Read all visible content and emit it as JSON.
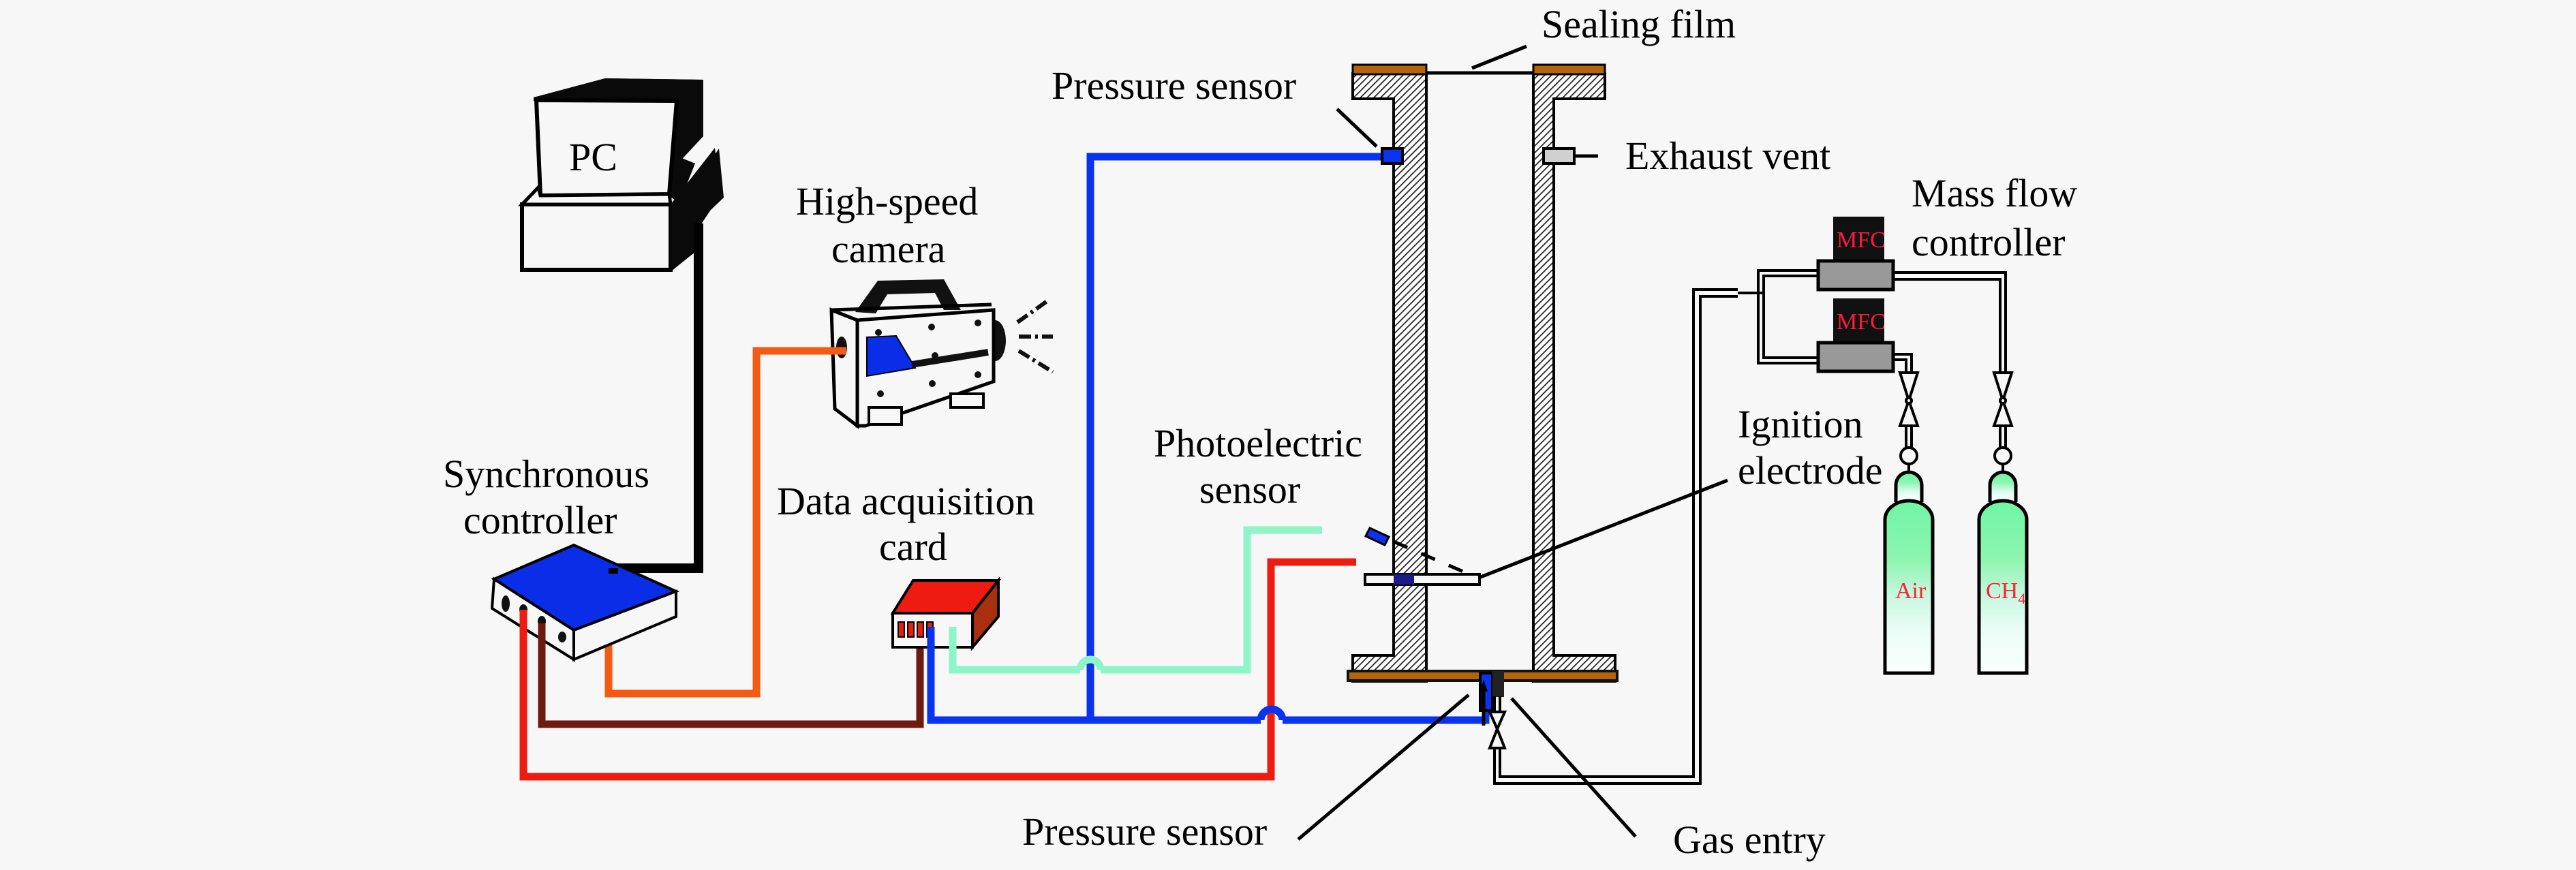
{
  "title": "Experimental setup schematic",
  "labels": {
    "pc": "PC",
    "high_speed_camera_line1": "High-speed",
    "high_speed_camera_line2": "camera",
    "synchronous_controller_line1": "Synchronous",
    "synchronous_controller_line2": "controller",
    "data_acquisition_card_line1": "Data acquisition",
    "data_acquisition_card_line2": "card",
    "pressure_sensor_top": "Pressure sensor",
    "sealing_film": "Sealing film",
    "exhaust_vent": "Exhaust vent",
    "mass_flow_controller_line1": "Mass flow",
    "mass_flow_controller_line2": "controller",
    "mfc_top": "MFC",
    "mfc_bottom": "MFC",
    "photoelectric_sensor_line1": "Photoelectric",
    "photoelectric_sensor_line2": "sensor",
    "ignition_electrode_line1": "Ignition",
    "ignition_electrode_line2": "electrode",
    "cylinder_air": "Air",
    "cylinder_ch4_main": "CH",
    "cylinder_ch4_sub": "4",
    "pressure_sensor_bottom": "Pressure sensor",
    "gas_entry": "Gas entry"
  },
  "colors": {
    "background": "#f7f7f7",
    "sync_controller_top": "#0a2ee8",
    "daq_top": "#ee1c10",
    "daq_side": "#a8300e",
    "camera_cable": "#f55a12",
    "pressure_cable": "#0a33f0",
    "photo_cable": "#8ef5c8",
    "ignition_cable": "#ee1c10",
    "trigger_cable": "#6e1a10",
    "flange": "#b4650a",
    "mfc_body": "#999999",
    "cylinder_fill": "#6ff5a5"
  }
}
